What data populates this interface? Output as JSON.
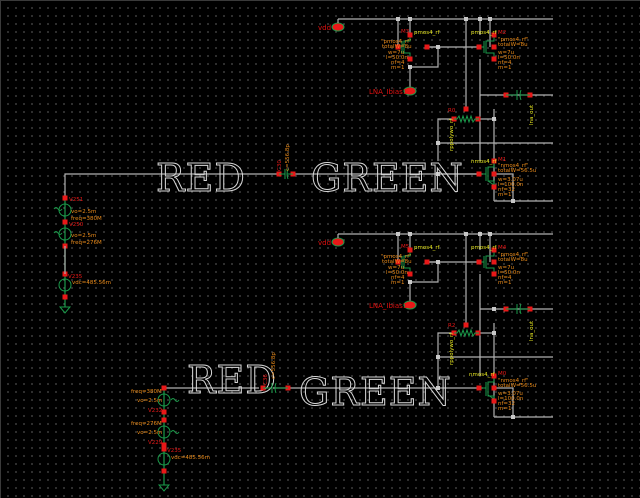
{
  "canvas": {
    "background": "#000000",
    "wire_color": "#b0b0b0",
    "pin_color": "#e81818",
    "device_color": "#1a9a4a",
    "label_color": "#e88a1a",
    "instance_color": "#e81818",
    "model_color": "#e6e620"
  },
  "circuit_top": {
    "net_labels": {
      "left": "RED",
      "right": "GREEN"
    },
    "vdd_pin": "vdd",
    "bias_pin": "LNA_Ibias1",
    "capacitor": {
      "inst": "C30",
      "param": "c=556.8p"
    },
    "sources": [
      {
        "inst": "V251",
        "params": [
          "vo=2.5m",
          "freq=380M"
        ]
      },
      {
        "inst": "V250",
        "params": [
          "vo=2.5m",
          "freq=276M"
        ]
      },
      {
        "inst": "V235",
        "params": [
          "vdc=485.56m"
        ]
      }
    ],
    "transistors": [
      {
        "inst": "M3",
        "model": "pmos4_rf",
        "params": [
          "\"pmos4_rf\"",
          "totalW=8u",
          "w=7u",
          "l=50.0n",
          "nf=4",
          "m=1"
        ]
      },
      {
        "inst": "M2",
        "model": "pmos4_rf",
        "params": [
          "\"pmos4_rf\"",
          "totalW=8u",
          "w=7u",
          "l=50.0n",
          "nf=4",
          "m=1"
        ]
      },
      {
        "inst": "M1",
        "model": "nmos4_rf",
        "params": [
          "\"nmos4_rf\"",
          "totalW=56.5u",
          "w=3.07u",
          "l=100.0n",
          "nf=32",
          "m=1"
        ]
      }
    ],
    "resistor": {
      "inst": "R0",
      "model": "rppolywo_rf"
    },
    "output_label": "lna_out"
  },
  "circuit_bottom": {
    "net_labels": {
      "left": "RED",
      "right": "GREEN"
    },
    "vdd_pin": "vdd",
    "bias_pin": "LNA_Ibias1",
    "capacitor": {
      "inst": "C36",
      "param": "c=556.8p"
    },
    "sources": [
      {
        "inst": "V232",
        "params": [
          "freq=380M",
          "vo=2.5m"
        ]
      },
      {
        "inst": "V229",
        "params": [
          "freq=276M",
          "vo=2.5m"
        ]
      },
      {
        "inst": "V235",
        "params": [
          "vdc=485.56m"
        ]
      }
    ],
    "transistors": [
      {
        "inst": "M5",
        "model": "pmos4_rf",
        "params": [
          "\"pmos4_rf\"",
          "totalW=8u",
          "w=7u",
          "l=50.0n",
          "nf=4",
          "m=1"
        ]
      },
      {
        "inst": "M4",
        "model": "pmos4_rf",
        "params": [
          "\"pmos4_rf\"",
          "totalW=8u",
          "w=7u",
          "l=50.0n",
          "nf=4",
          "m=1"
        ]
      },
      {
        "inst": "M0",
        "model": "nmos4_rf",
        "params": [
          "\"nmos4_rf\"",
          "totalW=56.5u",
          "w=3.07u",
          "l=100.0n",
          "nf=32",
          "m=1"
        ]
      }
    ],
    "resistor": {
      "inst": "R2",
      "model": "rppolywo_rf"
    },
    "output_label": "lna_out"
  }
}
